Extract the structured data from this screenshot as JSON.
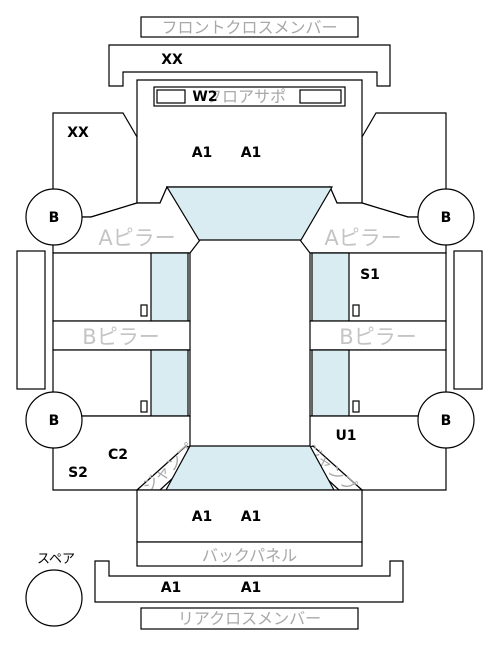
{
  "labels": {
    "front_cross_member": "フロントクロスメンバー",
    "floor_support": "フロアサポ",
    "a_pillar_left": "Aピラー",
    "a_pillar_right": "Aピラー",
    "b_pillar_left": "Bピラー",
    "b_pillar_right": "Bピラー",
    "back_panel": "バックパネル",
    "rear_cross_member": "リアクロスメンバー",
    "spare": "スペア",
    "jump_left": "ジャンプ",
    "jump_right": "ジャンプ"
  },
  "wheels": {
    "front_left": "B",
    "front_right": "B",
    "rear_left": "B",
    "rear_right": "B"
  },
  "codes": {
    "front_cross": "XX",
    "front_left_corner": "XX",
    "floor_support": "W2",
    "front_a1_left": "A1",
    "front_a1_right": "A1",
    "right_upper_side": "S1",
    "right_lower_side": "U1",
    "left_lower_c": "C2",
    "left_lower_s": "S2",
    "rear_a1_left": "A1",
    "rear_a1_right": "A1",
    "rear_cross_a1_left": "A1",
    "rear_cross_a1_right": "A1"
  },
  "colors": {
    "panel_fill": "#d8ecf2",
    "outline": "#000000",
    "label_gray": "#a8a8a8"
  }
}
